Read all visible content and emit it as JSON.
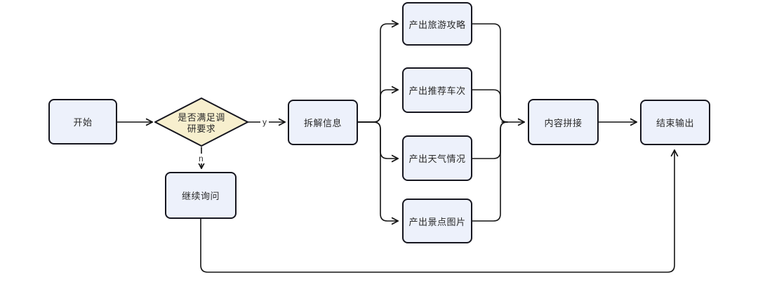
{
  "diagram": {
    "type": "flowchart",
    "nodes": {
      "start": {
        "label": "开始",
        "shape": "rounded-rect"
      },
      "decision": {
        "label": "是否满足调研要求",
        "shape": "diamond"
      },
      "parse": {
        "label": "拆解信息",
        "shape": "rounded-rect"
      },
      "out_guide": {
        "label": "产出旅游攻略",
        "shape": "rounded-rect"
      },
      "out_train": {
        "label": "产出推荐车次",
        "shape": "rounded-rect"
      },
      "out_weather": {
        "label": "产出天气情况",
        "shape": "rounded-rect"
      },
      "out_photos": {
        "label": "产出景点图片",
        "shape": "rounded-rect"
      },
      "concat": {
        "label": "内容拼接",
        "shape": "rounded-rect"
      },
      "end": {
        "label": "结束输出",
        "shape": "rounded-rect"
      },
      "ask_again": {
        "label": "继续询问",
        "shape": "rounded-rect"
      }
    },
    "edge_labels": {
      "yes": "y",
      "no": "n"
    },
    "edges": [
      {
        "from": "start",
        "to": "decision",
        "label": ""
      },
      {
        "from": "decision",
        "to": "parse",
        "label": "y"
      },
      {
        "from": "decision",
        "to": "ask_again",
        "label": "n"
      },
      {
        "from": "parse",
        "to": "out_guide",
        "label": ""
      },
      {
        "from": "parse",
        "to": "out_train",
        "label": ""
      },
      {
        "from": "parse",
        "to": "out_weather",
        "label": ""
      },
      {
        "from": "parse",
        "to": "out_photos",
        "label": ""
      },
      {
        "from": "out_guide",
        "to": "concat",
        "label": ""
      },
      {
        "from": "out_train",
        "to": "concat",
        "label": ""
      },
      {
        "from": "out_weather",
        "to": "concat",
        "label": ""
      },
      {
        "from": "out_photos",
        "to": "concat",
        "label": ""
      },
      {
        "from": "concat",
        "to": "end",
        "label": ""
      },
      {
        "from": "ask_again",
        "to": "end",
        "label": ""
      }
    ],
    "colors": {
      "background": "#ffffff",
      "node_fill": "#edf1fb",
      "decision_fill": "#f7efce",
      "border": "#16161f",
      "edge_stroke": "#141414",
      "text": "#2a2a2a"
    }
  }
}
